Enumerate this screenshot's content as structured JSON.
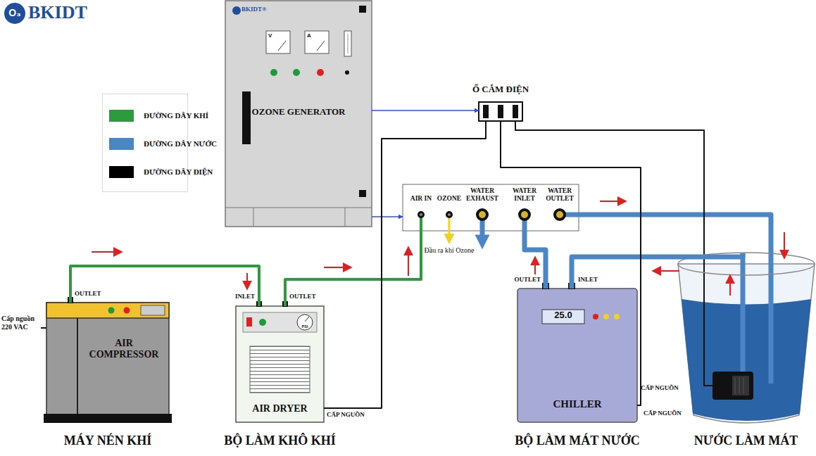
{
  "diagram": {
    "nodes": [
      {
        "text": [
          "OZONE GENERATOR"
        ]
      },
      {
        "text": [
          "Ổ CẮM ĐIỆN"
        ]
      },
      {
        "text": [
          "AIR IN",
          "OZONE",
          "WATER EXHAUST",
          "WATER INLET",
          "WATER OUTLET"
        ]
      },
      {
        "text": [
          "AIR COMPRESSOR",
          "MÁY NÉN KHÍ"
        ]
      },
      {
        "text": [
          "AIR DRYER",
          "BỘ LÀM KHÔ KHÍ"
        ]
      },
      {
        "text": [
          "CHILLER",
          "BỘ LÀM MÁT NƯỚC"
        ]
      },
      {
        "text": [
          "NƯỚC LÀM MÁT"
        ]
      }
    ],
    "edges": [
      {
        "from": 3,
        "to": 4,
        "arrow": "none"
      },
      {
        "from": 4,
        "to": 2,
        "arrow": "none"
      },
      {
        "from": 0,
        "to": 1,
        "arrow": "to"
      },
      {
        "from": 0,
        "to": 2,
        "arrow": "to"
      },
      {
        "from": 5,
        "to": 2,
        "arrow": "none"
      },
      {
        "from": 6,
        "to": 5,
        "arrow": "none"
      },
      {
        "from": 2,
        "to": 6,
        "arrow": "none"
      },
      {
        "from": 1,
        "to": 4,
        "arrow": "none"
      },
      {
        "from": 1,
        "to": 5,
        "arrow": "none"
      },
      {
        "from": 1,
        "to": 6,
        "arrow": "none"
      }
    ],
    "labels": [
      "O₃",
      "BKIDT",
      "BKIDT®",
      "V",
      "A",
      "Đầu ra khí Ozone",
      "OUTLET",
      "Cấp nguồn 220 VAC",
      "INLET",
      "OUTLET",
      "PSI",
      "CẤP NGUỒN",
      "OUTLET",
      "INLET",
      "25.0",
      "CẤP NGUỒN",
      "CẤP NGUỒN"
    ],
    "legend": [
      {
        "text": "ĐƯỜNG DÂY KHÍ",
        "color": "#2e9a3e"
      },
      {
        "text": "ĐƯỜNG DÂY NƯỚC",
        "color": "#4a86c5"
      },
      {
        "text": "ĐƯỜNG DÂY ĐIỆN",
        "color": "#000000"
      }
    ]
  }
}
